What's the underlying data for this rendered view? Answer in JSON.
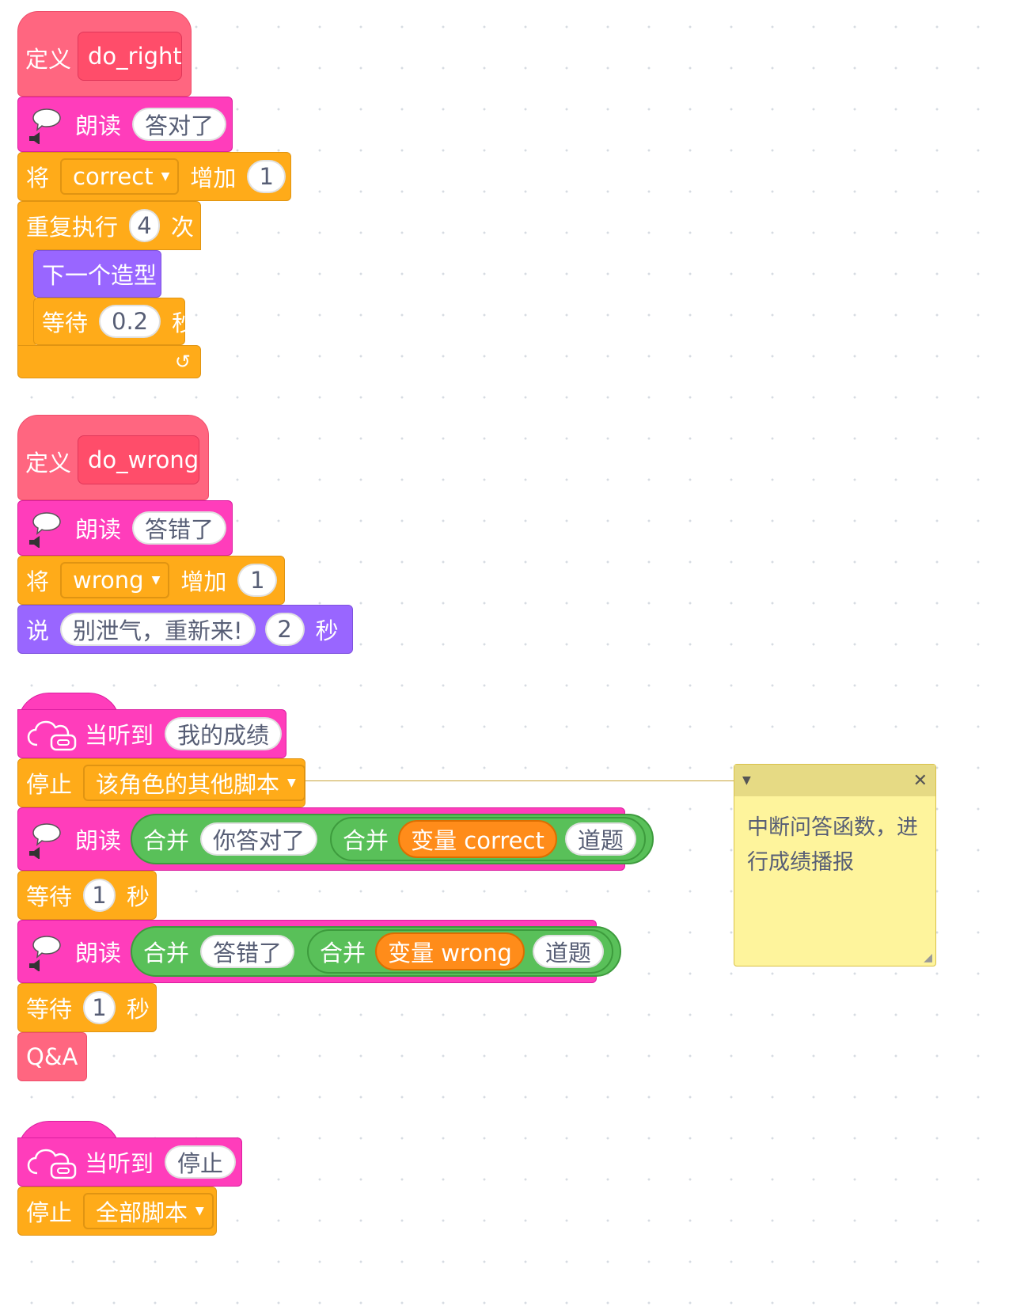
{
  "scripts": {
    "do_right": {
      "define_label": "定义",
      "name": "do_right",
      "speak_label": "朗读",
      "speak_text": "答对了",
      "change_label": "将",
      "change_var": "correct",
      "change_by_label": "增加",
      "change_value": "1",
      "repeat_label": "重复执行",
      "repeat_count": "4",
      "repeat_unit": "次",
      "next_costume_label": "下一个造型",
      "wait_label": "等待",
      "wait_value": "0.2",
      "wait_unit": "秒",
      "loop_arrow": "↺"
    },
    "do_wrong": {
      "define_label": "定义",
      "name": "do_wrong",
      "speak_label": "朗读",
      "speak_text": "答错了",
      "change_label": "将",
      "change_var": "wrong",
      "change_by_label": "增加",
      "change_value": "1",
      "say_label": "说",
      "say_text": "别泄气，重新来!",
      "say_secs": "2",
      "say_unit": "秒"
    },
    "score": {
      "hat_label": "当听到",
      "hat_message": "我的成绩",
      "stop_label": "停止",
      "stop_option": "该角色的其他脚本",
      "speak_label": "朗读",
      "join_label": "合并",
      "join1_text": "你答对了",
      "var_label_correct": "变量 correct",
      "suffix1": "道题",
      "wait_label": "等待",
      "wait_value": "1",
      "wait_unit": "秒",
      "join2_text": "答错了",
      "var_label_wrong": "变量 wrong",
      "suffix2": "道题",
      "qa_label": "Q&A"
    },
    "stop_all": {
      "hat_label": "当听到",
      "hat_message": "停止",
      "stop_label": "停止",
      "stop_option": "全部脚本"
    }
  },
  "comment": {
    "text": "中断问答函数，进行成绩播报",
    "collapse_icon": "caret-down-icon",
    "close_icon": "close-icon"
  },
  "colors": {
    "looks": "#9966ff",
    "control": "#ffab19",
    "custom": "#ff6680",
    "text2speech": "#ff3dbb",
    "operators": "#59c059",
    "variables": "#ff8c1a",
    "comment": "#fef49c"
  }
}
